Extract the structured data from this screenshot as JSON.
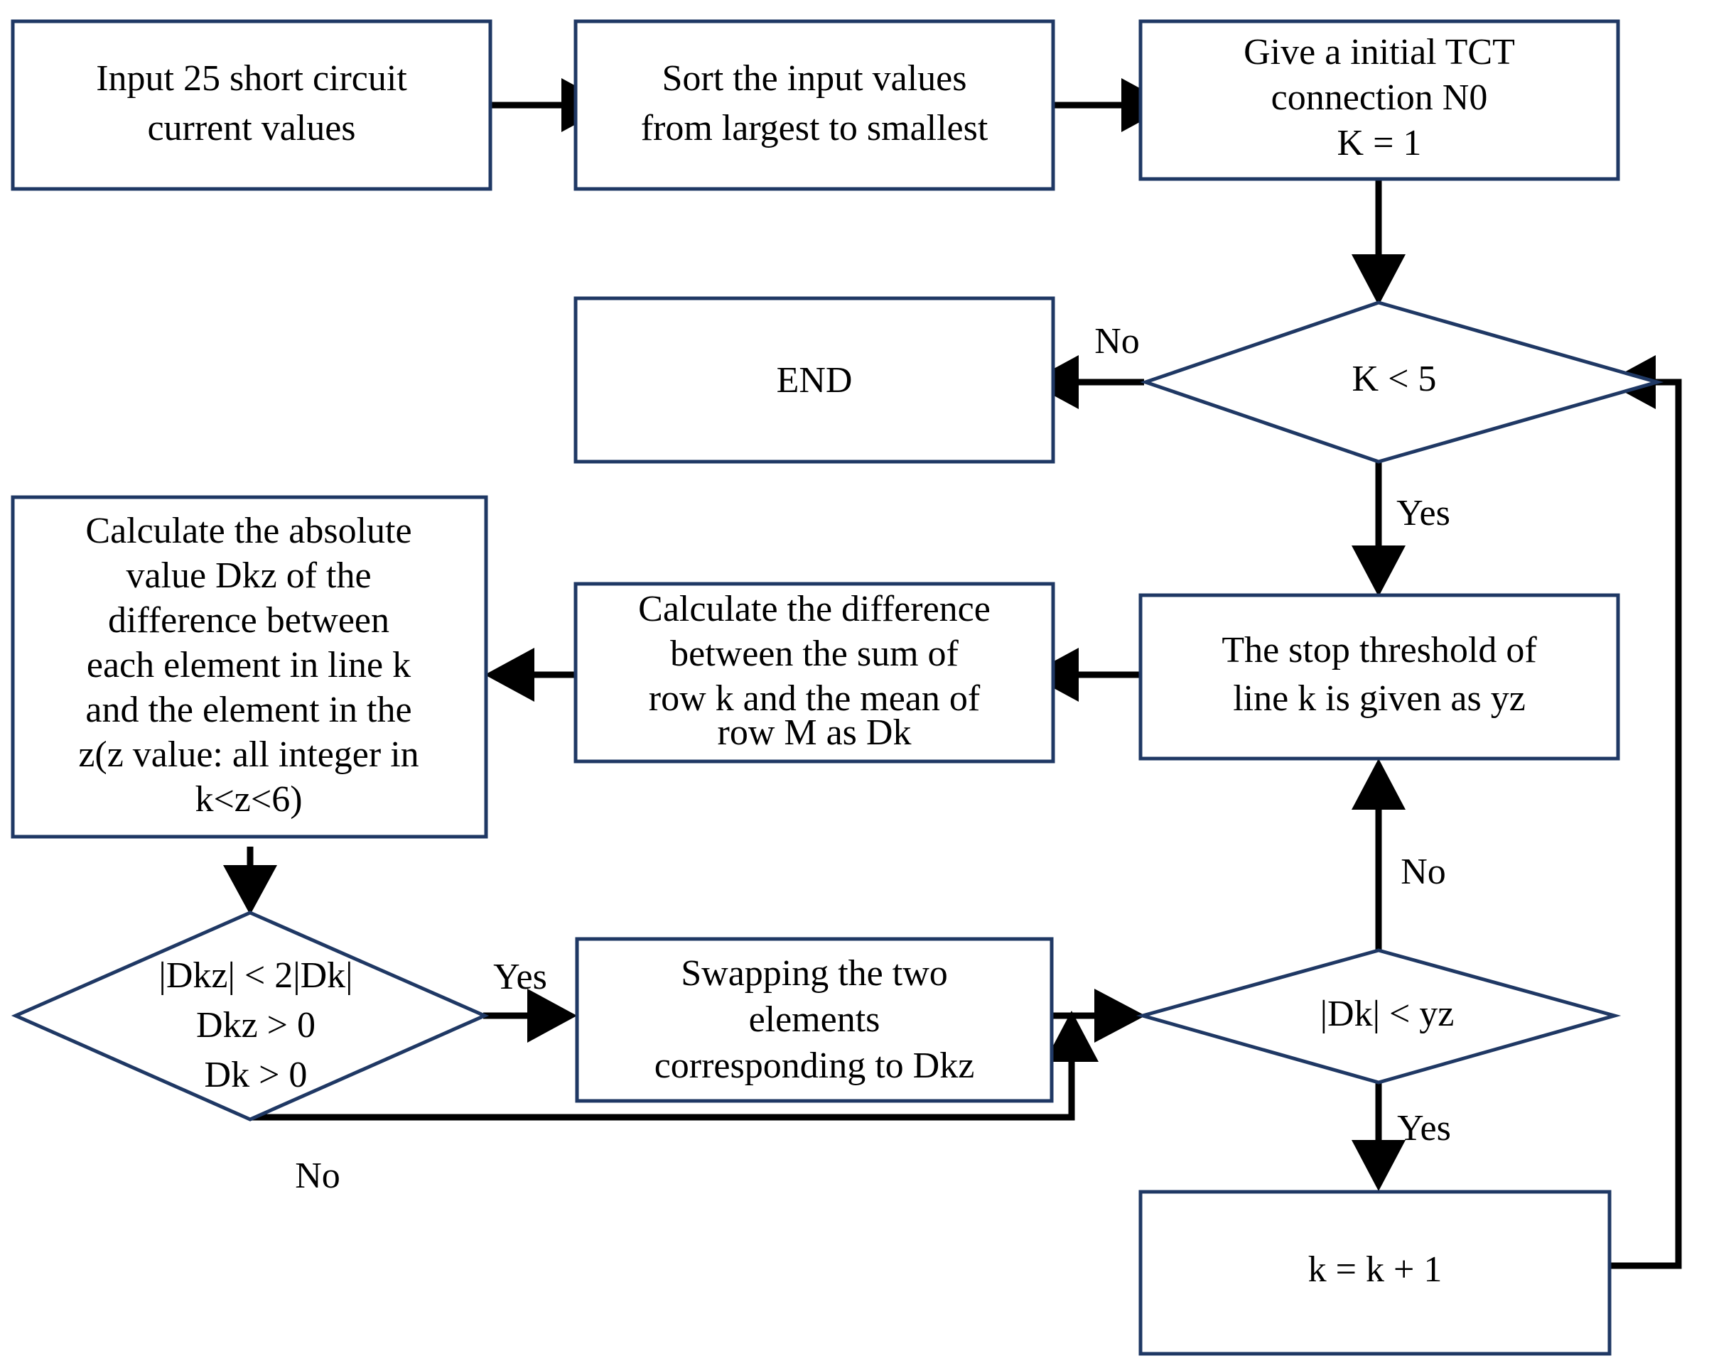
{
  "diagram": {
    "type": "flowchart",
    "title": "TCT reconfiguration sorting algorithm flowchart",
    "colors": {
      "node_border": "#1F3864",
      "node_fill": "#FFFFFF",
      "connector": "#000000",
      "background": "#FFFFFF"
    },
    "nodes": [
      {
        "id": "input",
        "shape": "rectangle",
        "lines": [
          "Input 25 short circuit",
          "current values"
        ]
      },
      {
        "id": "sort",
        "shape": "rectangle",
        "lines": [
          "Sort the input values",
          "from largest to smallest"
        ]
      },
      {
        "id": "init",
        "shape": "rectangle",
        "lines": [
          "Give a initial TCT",
          "connection N0",
          "K = 1"
        ]
      },
      {
        "id": "end",
        "shape": "rectangle",
        "lines": [
          "END"
        ]
      },
      {
        "id": "k-less-5",
        "shape": "diamond",
        "lines": [
          "K < 5"
        ]
      },
      {
        "id": "threshold",
        "shape": "rectangle",
        "lines": [
          "The stop threshold of",
          "line k is given as yz"
        ]
      },
      {
        "id": "calc-dk",
        "shape": "rectangle",
        "lines": [
          "Calculate the difference",
          "between the sum of",
          "row k and the mean of",
          "row M as Dk"
        ]
      },
      {
        "id": "calc-dkz",
        "shape": "rectangle",
        "lines": [
          "Calculate the absolute",
          "value Dkz of the",
          "difference between",
          "each element in line k",
          "and the element in the",
          "z(z value: all integer in",
          "k<z<6)"
        ]
      },
      {
        "id": "dkz-check",
        "shape": "diamond",
        "lines": [
          "|Dkz| < 2|Dk|",
          "Dkz > 0",
          "Dk > 0"
        ]
      },
      {
        "id": "swap",
        "shape": "rectangle",
        "lines": [
          "Swapping the two",
          "elements",
          "corresponding to Dkz"
        ]
      },
      {
        "id": "dk-yz-check",
        "shape": "diamond",
        "lines": [
          "|Dk| < yz"
        ]
      },
      {
        "id": "increment",
        "shape": "rectangle",
        "lines": [
          "k = k + 1"
        ]
      }
    ],
    "edge_labels": {
      "k5_no": "No",
      "k5_yes": "Yes",
      "dkz_yes": "Yes",
      "dkz_no": "No",
      "dkyz_no": "No",
      "dkyz_yes": "Yes"
    }
  }
}
